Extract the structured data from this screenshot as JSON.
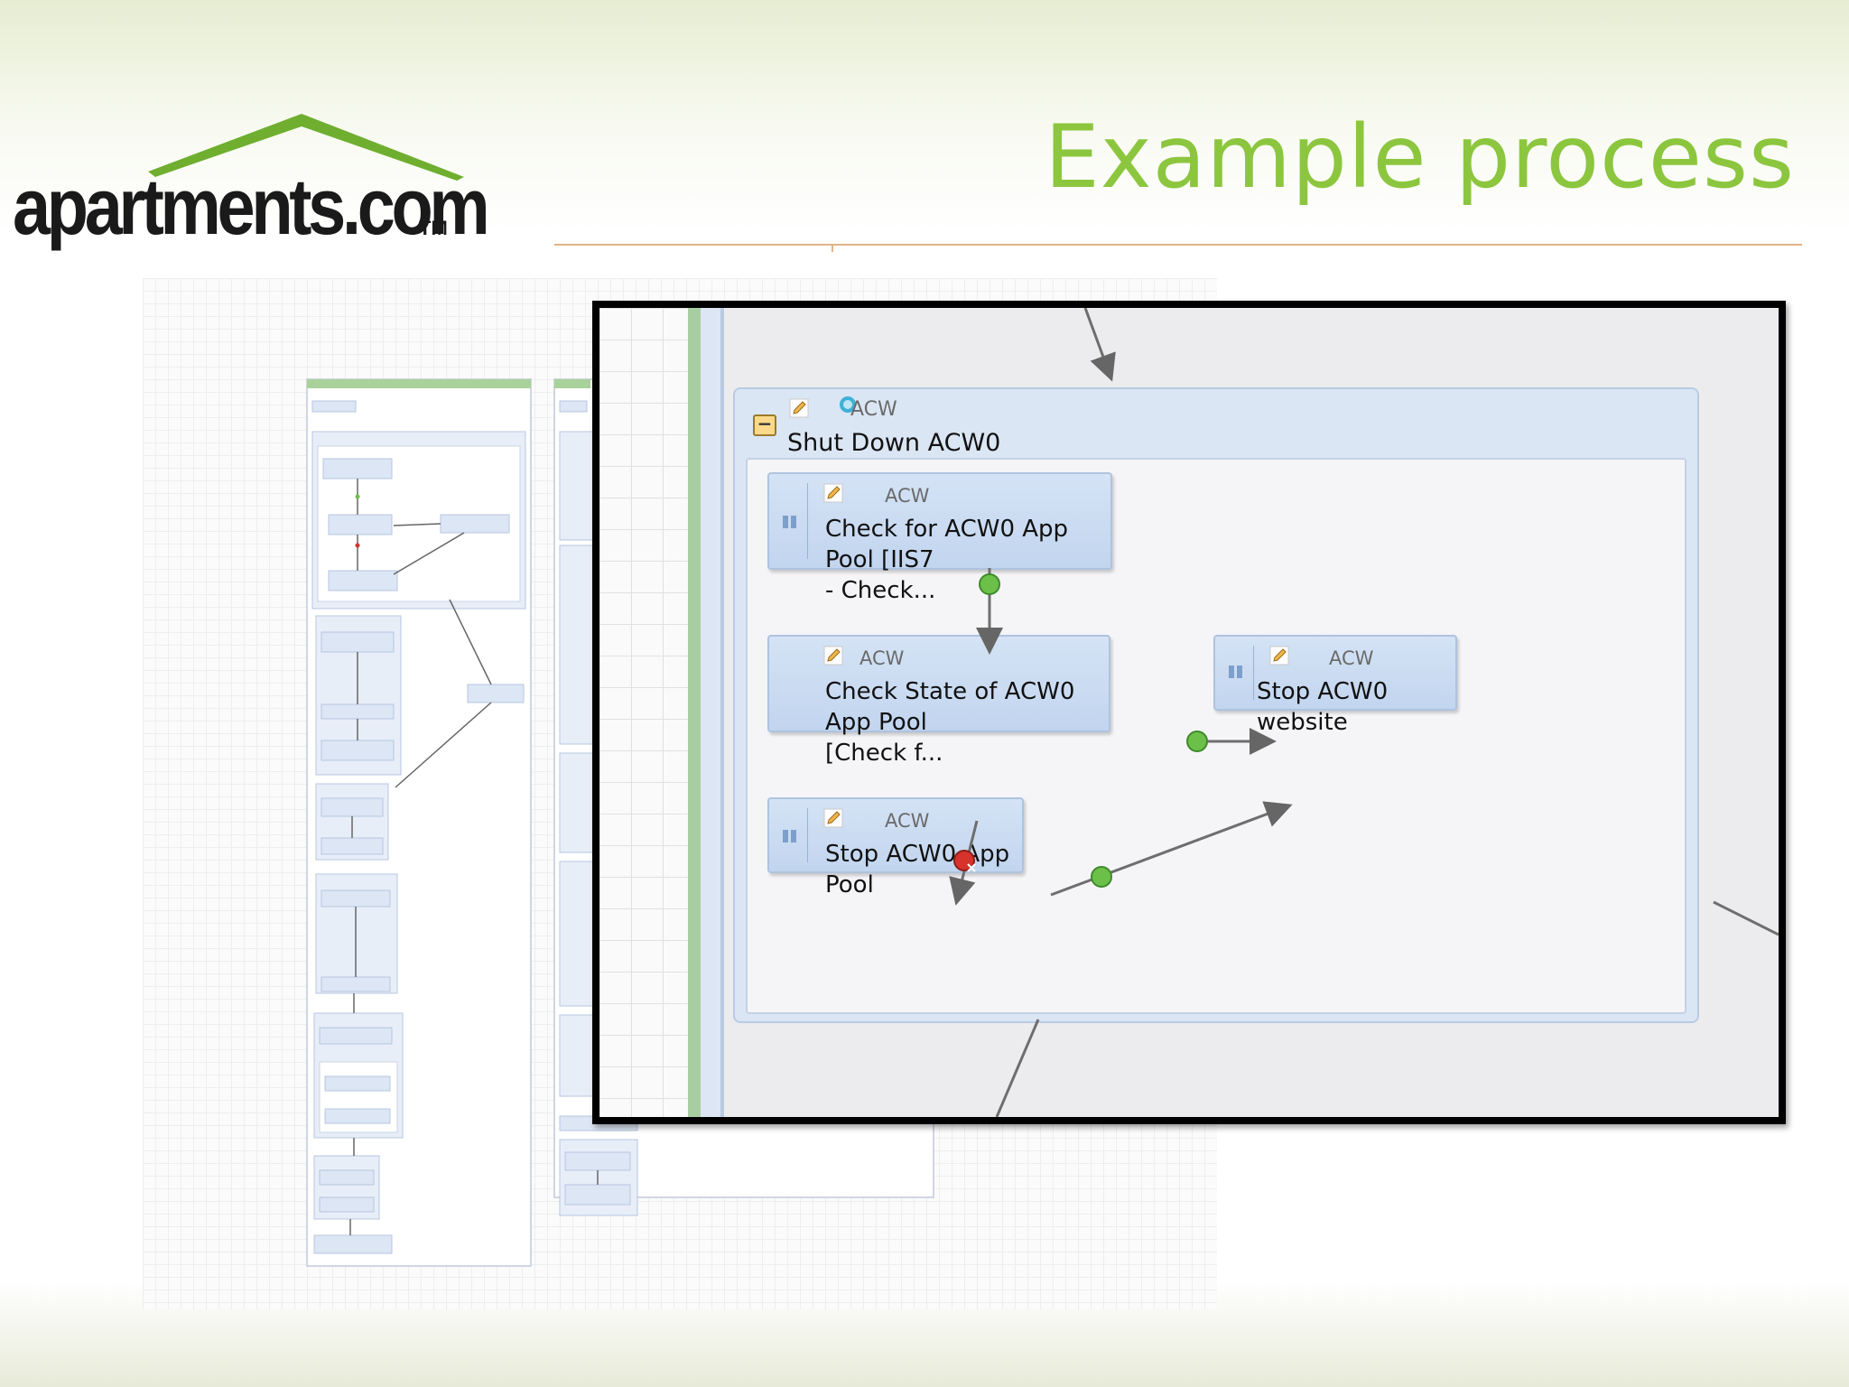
{
  "slide": {
    "logo_text": "apartments.com",
    "logo_tm": "TM",
    "title": "Example process"
  },
  "colors": {
    "title": "#8cc63f",
    "logo_roof": "#6fae2f",
    "rule": "#e2b487",
    "node_fill": "#c8daf1",
    "success_dot": "#6cc04a",
    "failure_dot": "#d8322d"
  },
  "inset": {
    "group": {
      "subtitle": "ACW",
      "title": "Shut Down ACW0",
      "icons": [
        "collapse-icon",
        "pencil-icon",
        "gear-icon"
      ]
    },
    "nodes": [
      {
        "subtitle": "ACW",
        "label_line1": "Check for ACW0 App Pool [IIS7",
        "label_line2": "- Check..."
      },
      {
        "subtitle": "ACW",
        "label_line1": "Check State of ACW0 App Pool",
        "label_line2": "[Check f..."
      },
      {
        "subtitle": "ACW",
        "label_line1": "Stop ACW0 website",
        "label_line2": ""
      },
      {
        "subtitle": "ACW",
        "label_line1": "Stop ACW0 App Pool",
        "label_line2": ""
      }
    ],
    "connector_status": [
      "success",
      "success",
      "failure",
      "success"
    ]
  }
}
